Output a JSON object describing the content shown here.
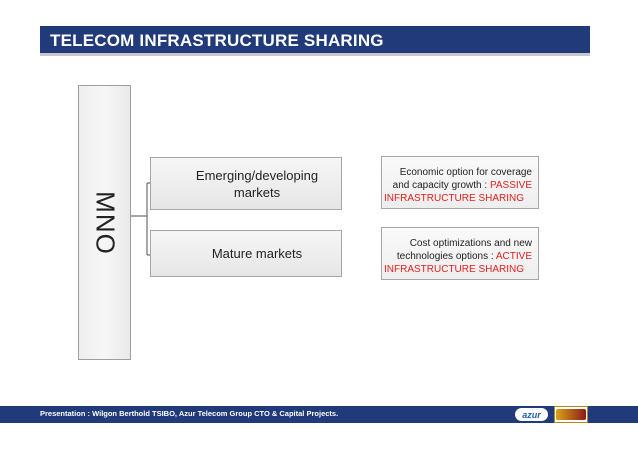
{
  "header": {
    "title": "TELECOM INFRASTRUCTURE SHARING"
  },
  "diagram": {
    "root": {
      "label": "MNO"
    },
    "branches": [
      {
        "market": {
          "label": "Emerging/developing markets"
        },
        "option": {
          "prefix_line1": "Economic option for coverage",
          "prefix_line2": "and capacity growth :",
          "highlight_line1": "PASSIVE",
          "highlight_line2": "INFRASTRUCTURE SHARING"
        }
      },
      {
        "market": {
          "label": "Mature markets"
        },
        "option": {
          "prefix_line1": "Cost optimizations and new",
          "prefix_line2": "technologies options :",
          "highlight_line1": "ACTIVE",
          "highlight_line2": "INFRASTRUCTURE SHARING"
        }
      }
    ]
  },
  "footer": {
    "caption": "Presentation : Wilgon Berthold TSIBO, Azur Telecom Group CTO & Capital Projects.",
    "logo_azur": "azur"
  },
  "colors": {
    "header_bg": "#203a7a",
    "highlight": "#e02020"
  }
}
